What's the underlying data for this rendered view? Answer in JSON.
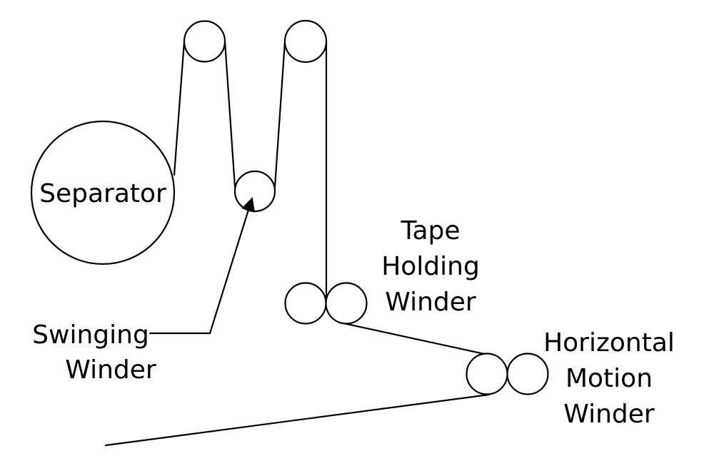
{
  "labels": {
    "separator": "Separator",
    "swinging": [
      "Swinging",
      "Winder"
    ],
    "tape_holding": [
      "Tape",
      "Holding",
      "Winder"
    ],
    "horizontal_motion": [
      "Horizontal",
      "Motion",
      "Winder"
    ]
  },
  "colors": {
    "stroke": "#000000",
    "background": "#ffffff"
  }
}
